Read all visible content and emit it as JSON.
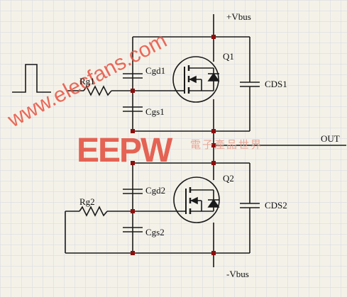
{
  "labels": {
    "vbus_pos": "+Vbus",
    "vbus_neg": "-Vbus",
    "out": "OUT",
    "q1": "Q1",
    "q2": "Q2",
    "rg1": "Rg1",
    "rg2": "Rg2",
    "cgd1": "Cgd1",
    "cgs1": "Cgs1",
    "cgd2": "Cgd2",
    "cgs2": "Cgs2",
    "cds1": "CDS1",
    "cds2": "CDS2"
  },
  "watermarks": {
    "site": "www.elecfans.com",
    "logo": "EEPW",
    "logo_cn": "電子產品世界"
  },
  "colors": {
    "wire": "#1a1a1a",
    "node": "#8b0d0d",
    "grid": "#d8d8e8",
    "watermark": "#e04a3a",
    "background": "#f3f0e4"
  }
}
